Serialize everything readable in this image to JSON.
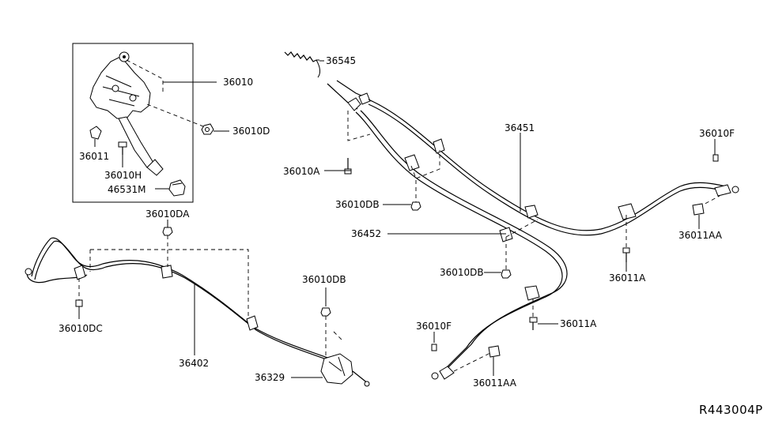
{
  "diagram_code": "R443004P",
  "callouts": {
    "c36010": "36010",
    "c36010D": "36010D",
    "c36011": "36011",
    "c36010H": "36010H",
    "c46531M": "46531M",
    "c36545": "36545",
    "c36010A": "36010A",
    "c36010DB_top": "36010DB",
    "c36451": "36451",
    "c36452": "36452",
    "c36010F_right": "36010F",
    "c36011AA_right": "36011AA",
    "c36011A_right": "36011A",
    "c36010DB_mid": "36010DB",
    "c36011A_mid": "36011A",
    "c36010F_bottom": "36010F",
    "c36011AA_bottom": "36011AA",
    "c36010DA": "36010DA",
    "c36010DB_left": "36010DB",
    "c36010DC": "36010DC",
    "c36402": "36402",
    "c36329": "36329"
  }
}
